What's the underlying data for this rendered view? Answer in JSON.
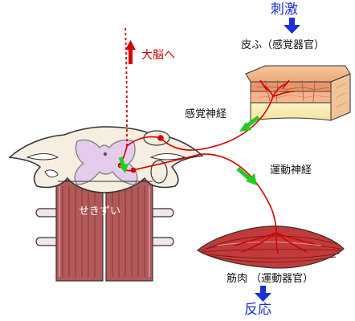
{
  "labels": {
    "stimulus": "刺激",
    "skin": "皮ふ（感覚器官）",
    "to_brain": "大脳へ",
    "sensory_nerve": "感覚神経",
    "motor_nerve": "運動神経",
    "spinal_cord": "せきずい",
    "muscle": "筋肉 （運動器官）",
    "response": "反応"
  },
  "colors": {
    "label_blue": "#1a2fd6",
    "nerve_red": "#d60000",
    "arrow_green": "#22cc22",
    "arrow_blue": "#1a2fd6",
    "spine_muscle": "#b25a5a",
    "grey_matter": "#e6ccec",
    "white_matter": "#f6eee0"
  }
}
